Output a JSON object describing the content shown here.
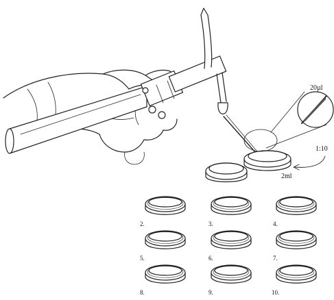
{
  "annotations": {
    "volume_20ul": "20µl",
    "dilution": "1:10",
    "volume_2ml": "2ml"
  },
  "dish_labels": [
    "2.",
    "3.",
    "4.",
    "5.",
    "6.",
    "7.",
    "8.",
    "9.",
    "10."
  ]
}
